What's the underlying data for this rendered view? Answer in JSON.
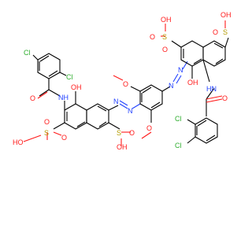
{
  "atoms": {
    "oh": "OH",
    "ho": "HO",
    "o": "O",
    "s": "S",
    "nh": "NH",
    "hn": "HN",
    "n": "N",
    "cl": "Cl"
  },
  "colors": {
    "carbon": "#000000",
    "oxygen": "#ff1a1a",
    "nitrogen": "#1f3fff",
    "sulfur": "#b39b00",
    "chlorine": "#2fae2f"
  }
}
